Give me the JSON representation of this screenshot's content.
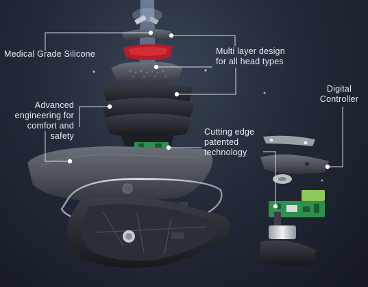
{
  "callouts": [
    {
      "id": "silicone",
      "text": "Medical Grade Silicone"
    },
    {
      "id": "multilayer",
      "text": "Multi layer  design\nfor all head types"
    },
    {
      "id": "advanced",
      "text": "Advanced\nengineering for\ncomfort and safety"
    },
    {
      "id": "cutting",
      "text": "Cutting edge\npatented\ntechnology"
    },
    {
      "id": "controller",
      "text": "Digital\nController"
    }
  ],
  "colors": {
    "background": "#1b212c",
    "line": "#d9dde3",
    "dot": "#ffffff",
    "pcb": "#2f8f4e",
    "accent_red": "#c0202c",
    "part_dark": "#2a2d33",
    "part_mid": "#4a4e56"
  }
}
